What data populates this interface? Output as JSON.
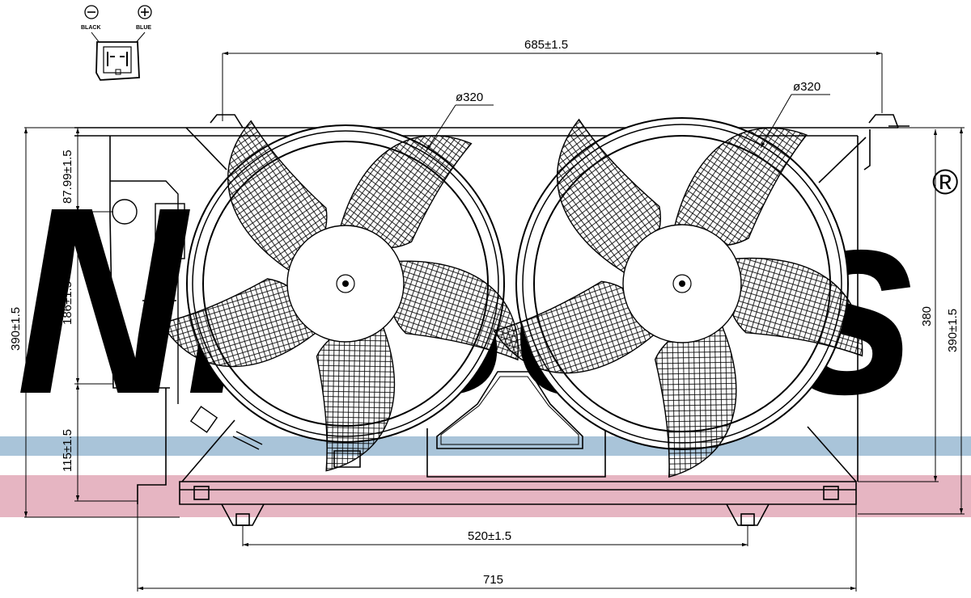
{
  "brand": {
    "logo_text": "Nissens",
    "registered_mark": "®"
  },
  "connector": {
    "minus_symbol": "−",
    "plus_symbol": "+",
    "black_label": "BLACK",
    "blue_label": "BLUE"
  },
  "dimensions": {
    "top_width": "685±1.5",
    "fan_left_diameter": "ø320",
    "fan_right_diameter": "ø320",
    "left_dim_a": "87.99±1.5",
    "left_dim_b": "186±1.5",
    "left_dim_c": "115±1.5",
    "left_total_height": "390±1.5",
    "right_height": "380",
    "right_total_height": "390±1.5",
    "mount_spacing": "520±1.5",
    "bottom_width": "715"
  },
  "colors": {
    "watermark_blue": "#a9c4d9",
    "band_blue": "#a9c4d9",
    "band_pink": "#e6b5c2",
    "line": "#000000"
  }
}
